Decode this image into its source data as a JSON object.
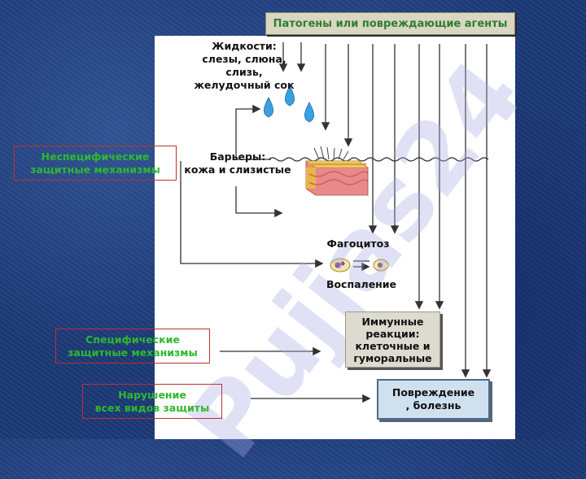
{
  "title": "Патогены или повреждающие агенты",
  "fluids": {
    "line1": "Жидкости:",
    "line2": "слезы, слюна,",
    "line3": "слизь,",
    "line4": "желудочный сок"
  },
  "barriers": {
    "line1": "Барьеры:",
    "line2": "кожа и слизистые"
  },
  "phagocytosis": "Фагоцитоз",
  "inflammation": "Воспаление",
  "immune": {
    "line1": "Иммунные",
    "line2": "реакции:",
    "line3": "клеточные и",
    "line4": "гуморальные"
  },
  "damage": {
    "line1": "Повреждение",
    "line2": ", болезнь"
  },
  "side_labels": {
    "nonspecific": {
      "line1": "Неспецифические",
      "line2": "защитные механизмы"
    },
    "specific": {
      "line1": "Специфические",
      "line2": "защитные механизмы"
    },
    "disruption": {
      "line1": "Нарушение",
      "line2": "всех видов защиты"
    }
  },
  "watermark": "Pujjas24",
  "colors": {
    "side_text": "#2eb82e",
    "side_border": "#c03030",
    "title_text": "#2e7d32",
    "arrow": "#333333"
  }
}
